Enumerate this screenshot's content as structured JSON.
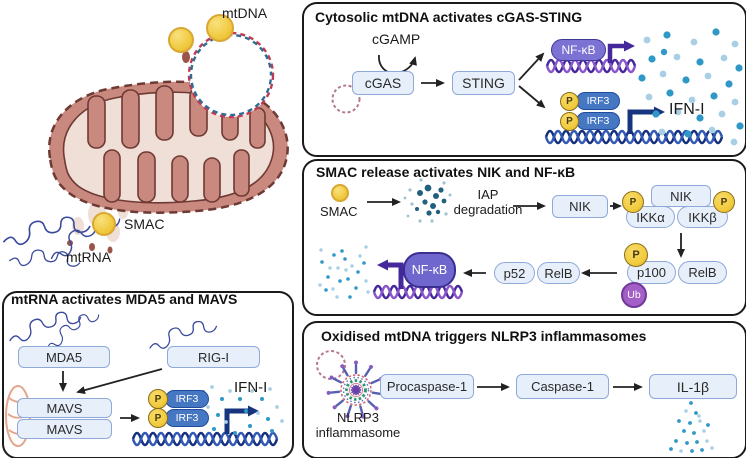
{
  "scene": {
    "mtdna": "mtDNA",
    "smac": "SMAC",
    "mtrna": "mtRNA"
  },
  "cgas_panel": {
    "title": "Cytosolic mtDNA activates cGAS-STING",
    "cgamp": "cGAMP",
    "cgas": "cGAS",
    "sting": "STING",
    "nfkb": "NF-κB",
    "irf3": "IRF3",
    "p": "P",
    "ifn": "IFN-I"
  },
  "smac_panel": {
    "title": "SMAC release activates NIK and NF-κB",
    "smac": "SMAC",
    "iap1": "IAP",
    "iap2": "degradation",
    "nik": "NIK",
    "ikka": "IKKα",
    "ikkb": "IKKβ",
    "p": "P",
    "p100": "p100",
    "relb": "RelB",
    "p52": "p52",
    "ub": "Ub",
    "nfkb": "NF-κB"
  },
  "mavs_panel": {
    "title": "mtRNA activates MDA5 and MAVS",
    "mda5": "MDA5",
    "rigi": "RIG-I",
    "mavs": "MAVS",
    "p": "P",
    "irf3": "IRF3",
    "ifn": "IFN-I"
  },
  "nlrp3_panel": {
    "title": "Oxidised mtDNA triggers NLRP3 inflammasomes",
    "procaspase": "Procaspase-1",
    "caspase": "Caspase-1",
    "il1b": "IL-1β",
    "label1": "NLRP3",
    "label2": "inflammasome"
  },
  "colors": {
    "box_fill": "#E7EFFA",
    "box_border": "#8FA9D9",
    "nfkb_purple": "#7B72D4",
    "irf3_blue": "#4677C2",
    "phospho_yellow": "#F2CC3F",
    "ub_purple": "#A35FC6",
    "helix_purple": "#45289C",
    "helix_navy": "#16337F",
    "dot_teal": "#2F98C8",
    "dot_light": "#A9CFE4",
    "mito_fill": "#C9897E",
    "mito_inner": "#F0DFD7",
    "mito_outline": "#6E3A33"
  }
}
